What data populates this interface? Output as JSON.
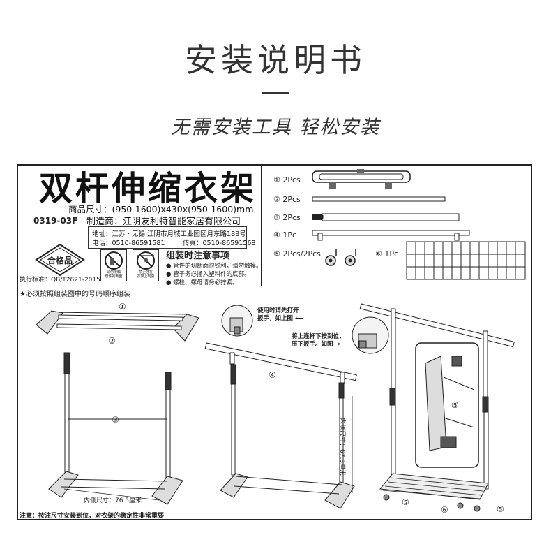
{
  "header": {
    "title": "安装说明书",
    "subtitle": "无需安装工具 轻松安装"
  },
  "product": {
    "name": "双杆伸缩衣架",
    "size": "商品尺寸：(950-1600)x430x(950-1600)mm",
    "model": "0319-03F",
    "maker": "制造商：江阴友利特智能家居有限公司",
    "address": "地址：江苏・无锡 江阴市月城工业园区月东路188号",
    "phone": "电话：0510-86591581",
    "fax": "传真：0510-86591568",
    "badge": "合格品",
    "standard": "执行标准：QB/T2821-2015"
  },
  "warnings": {
    "icon1_text": "请勿接触\n管件的断面",
    "icon2_text": "禁止挂在\n衣架上玩耍",
    "title": "组装时注意事项",
    "notes": [
      "● 管件的切断面很锐利，请勿触摸。",
      "● 管子务必插入塑料件的底部。",
      "● 螺栓、螺母请务必拧紧。"
    ]
  },
  "parts": [
    {
      "label": "① 2Pcs",
      "icon": "end-bracket"
    },
    {
      "label": "② 2Pcs",
      "icon": "plain-tube"
    },
    {
      "label": "③ 2Pcs",
      "icon": "telescopic-tube"
    },
    {
      "label": "④ 1Pc",
      "icon": "top-rail"
    },
    {
      "label": "⑤ 2Pcs/2Pcs",
      "icon": "caster-wheels"
    },
    {
      "label": "⑥ 1Pc",
      "icon": "shoe-rack-grid"
    }
  ],
  "steps": {
    "note": "★必须按照组装图中的号码顺序组装",
    "callout_open": "使用时请先打开\n扳手，如上图 ⟵",
    "callout_lock": "将上连杆下按到位，\n压下扳手。如图 →",
    "inner_width": "内侧尺寸：76.5厘米",
    "inner_height": "内侧尺寸：67.3厘米",
    "numbers": [
      "①",
      "②",
      "③",
      "④",
      "⑤",
      "⑤",
      "⑥",
      "⑤"
    ]
  },
  "footer_note": "注意：按注尺寸安装到位，对衣架的稳定性非常重要"
}
